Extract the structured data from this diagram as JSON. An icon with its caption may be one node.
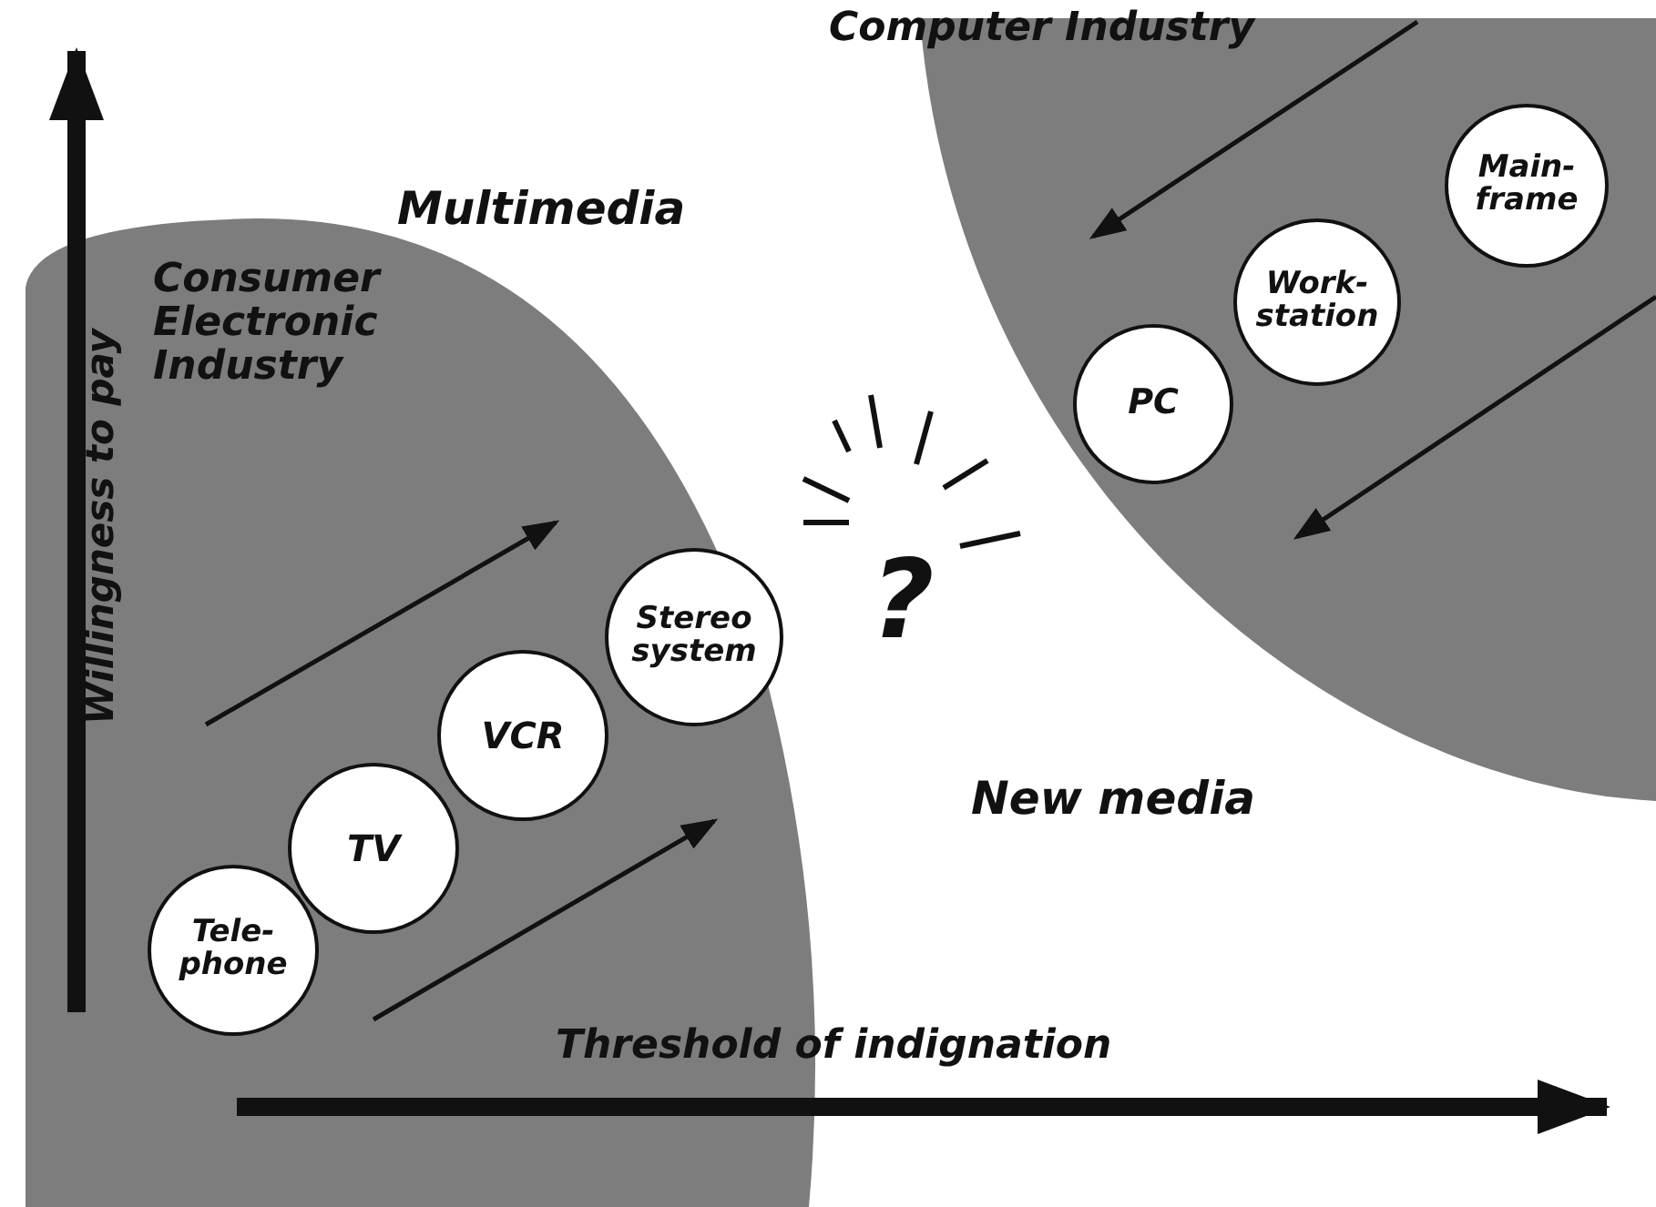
{
  "diagram": {
    "nodes": [
      {
        "text": [
          "Computer Industry"
        ]
      },
      {
        "text": [
          "Main- frame"
        ],
        "in": 0
      },
      {
        "text": [
          "Work- station"
        ],
        "in": 0
      },
      {
        "text": [
          "PC"
        ],
        "in": 0
      },
      {
        "text": [
          "Consumer Electronic Industry"
        ]
      },
      {
        "text": [
          "Tele- phone"
        ],
        "in": 4
      },
      {
        "text": [
          "TV"
        ],
        "in": 4
      },
      {
        "text": [
          "VCR"
        ],
        "in": 4
      },
      {
        "text": [
          "Stereo system"
        ],
        "in": 4
      }
    ],
    "labels": [
      "Multimedia",
      "Willingness to pay",
      "?",
      "New media",
      "Threshold of indignation"
    ]
  }
}
